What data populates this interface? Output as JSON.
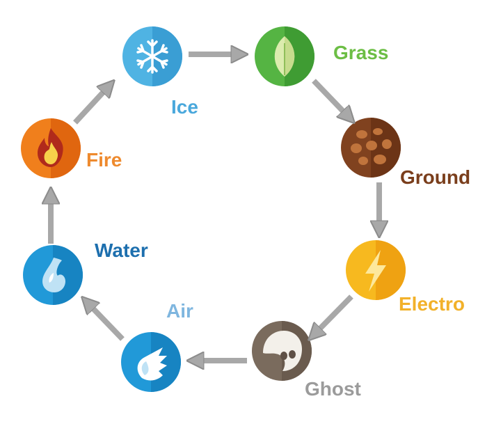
{
  "diagram": {
    "nodes": [
      {
        "id": "ice",
        "label": "Ice",
        "icon": "snowflake-icon",
        "color": "#4fb3e3",
        "labelColor": "#4aa8dc"
      },
      {
        "id": "grass",
        "label": "Grass",
        "icon": "leaf-icon",
        "color": "#4caf3a",
        "labelColor": "#6cbe45"
      },
      {
        "id": "ground",
        "label": "Ground",
        "icon": "rocks-icon",
        "color": "#7a3e1c",
        "labelColor": "#7a3e1c"
      },
      {
        "id": "electro",
        "label": "Electro",
        "icon": "lightning-icon",
        "color": "#f5b21c",
        "labelColor": "#f2b12a"
      },
      {
        "id": "ghost",
        "label": "Ghost",
        "icon": "ghost-skull-icon",
        "color": "#7a6a5c",
        "labelColor": "#9b9b9b"
      },
      {
        "id": "air",
        "label": "Air",
        "icon": "wind-icon",
        "color": "#1f95d6",
        "labelColor": "#7fb6df"
      },
      {
        "id": "water",
        "label": "Water",
        "icon": "water-drop-icon",
        "color": "#1f95d6",
        "labelColor": "#1d6fae"
      },
      {
        "id": "fire",
        "label": "Fire",
        "icon": "flame-icon",
        "color": "#ef7a1a",
        "labelColor": "#ee8a2e"
      }
    ],
    "edges": [
      {
        "from": "ice",
        "to": "grass"
      },
      {
        "from": "grass",
        "to": "ground"
      },
      {
        "from": "ground",
        "to": "electro"
      },
      {
        "from": "electro",
        "to": "ghost"
      },
      {
        "from": "ghost",
        "to": "air"
      },
      {
        "from": "air",
        "to": "water"
      },
      {
        "from": "water",
        "to": "fire"
      },
      {
        "from": "fire",
        "to": "ice"
      }
    ]
  }
}
